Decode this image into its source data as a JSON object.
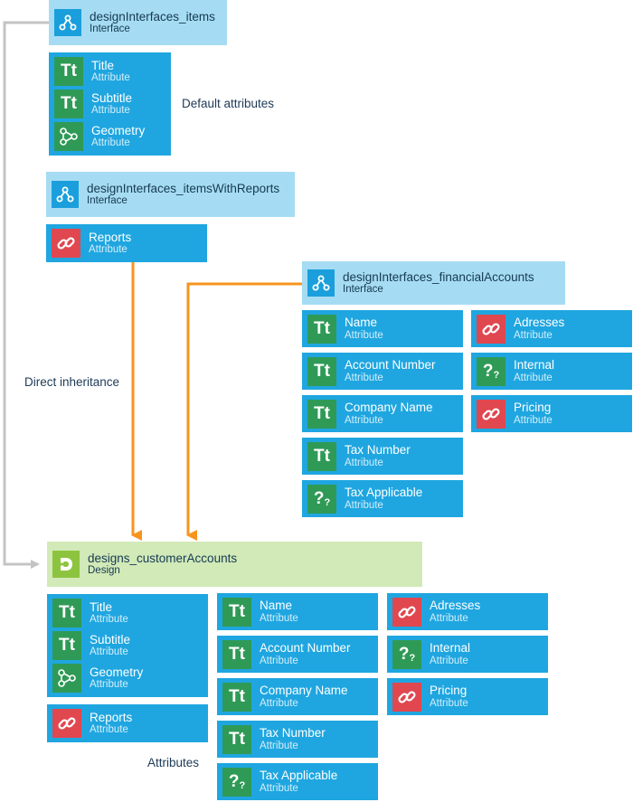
{
  "colors": {
    "interface_header": "#a6dcf3",
    "design_header": "#d2e9b8",
    "attribute_block": "#1fa6e0",
    "text_icon": "#2f9a56",
    "link_icon": "#e0474f",
    "design_icon": "#8dc43f",
    "default_connector": "#c4c4c4",
    "direct_inheritance_connector": "#f7941d"
  },
  "annotations": {
    "default_attributes": "Default attributes",
    "direct_inheritance": "Direct inheritance",
    "attributes": "Attributes"
  },
  "interfaces": {
    "items": {
      "name": "designInterfaces_items",
      "type": "Interface",
      "attributes": [
        {
          "name": "Title",
          "type": "Attribute",
          "icon": "text-icon"
        },
        {
          "name": "Subtitle",
          "type": "Attribute",
          "icon": "text-icon"
        },
        {
          "name": "Geometry",
          "type": "Attribute",
          "icon": "relation-icon"
        }
      ]
    },
    "items_with_reports": {
      "name": "designInterfaces_itemsWithReports",
      "type": "Interface",
      "attributes": [
        {
          "name": "Reports",
          "type": "Attribute",
          "icon": "link-icon"
        }
      ]
    },
    "financial_accounts": {
      "name": "designInterfaces_financialAccounts",
      "type": "Interface",
      "left_attributes": [
        {
          "name": "Name",
          "type": "Attribute",
          "icon": "text-icon"
        },
        {
          "name": "Account Number",
          "type": "Attribute",
          "icon": "text-icon"
        },
        {
          "name": "Company Name",
          "type": "Attribute",
          "icon": "text-icon"
        },
        {
          "name": "Tax Number",
          "type": "Attribute",
          "icon": "text-icon"
        },
        {
          "name": "Tax Applicable",
          "type": "Attribute",
          "icon": "unknown-icon"
        }
      ],
      "right_attributes": [
        {
          "name": "Adresses",
          "type": "Attribute",
          "icon": "link-icon"
        },
        {
          "name": "Internal",
          "type": "Attribute",
          "icon": "unknown-icon"
        },
        {
          "name": "Pricing",
          "type": "Attribute",
          "icon": "link-icon"
        }
      ]
    }
  },
  "design": {
    "name": "designs_customerAccounts",
    "type": "Design",
    "default_attributes": [
      {
        "name": "Title",
        "type": "Attribute",
        "icon": "text-icon"
      },
      {
        "name": "Subtitle",
        "type": "Attribute",
        "icon": "text-icon"
      },
      {
        "name": "Geometry",
        "type": "Attribute",
        "icon": "relation-icon"
      }
    ],
    "reports_attribute": {
      "name": "Reports",
      "type": "Attribute",
      "icon": "link-icon"
    },
    "middle_attributes": [
      {
        "name": "Name",
        "type": "Attribute",
        "icon": "text-icon"
      },
      {
        "name": "Account Number",
        "type": "Attribute",
        "icon": "text-icon"
      },
      {
        "name": "Company Name",
        "type": "Attribute",
        "icon": "text-icon"
      },
      {
        "name": "Tax Number",
        "type": "Attribute",
        "icon": "text-icon"
      },
      {
        "name": "Tax Applicable",
        "type": "Attribute",
        "icon": "unknown-icon"
      }
    ],
    "right_attributes": [
      {
        "name": "Adresses",
        "type": "Attribute",
        "icon": "link-icon"
      },
      {
        "name": "Internal",
        "type": "Attribute",
        "icon": "unknown-icon"
      },
      {
        "name": "Pricing",
        "type": "Attribute",
        "icon": "link-icon"
      }
    ]
  }
}
